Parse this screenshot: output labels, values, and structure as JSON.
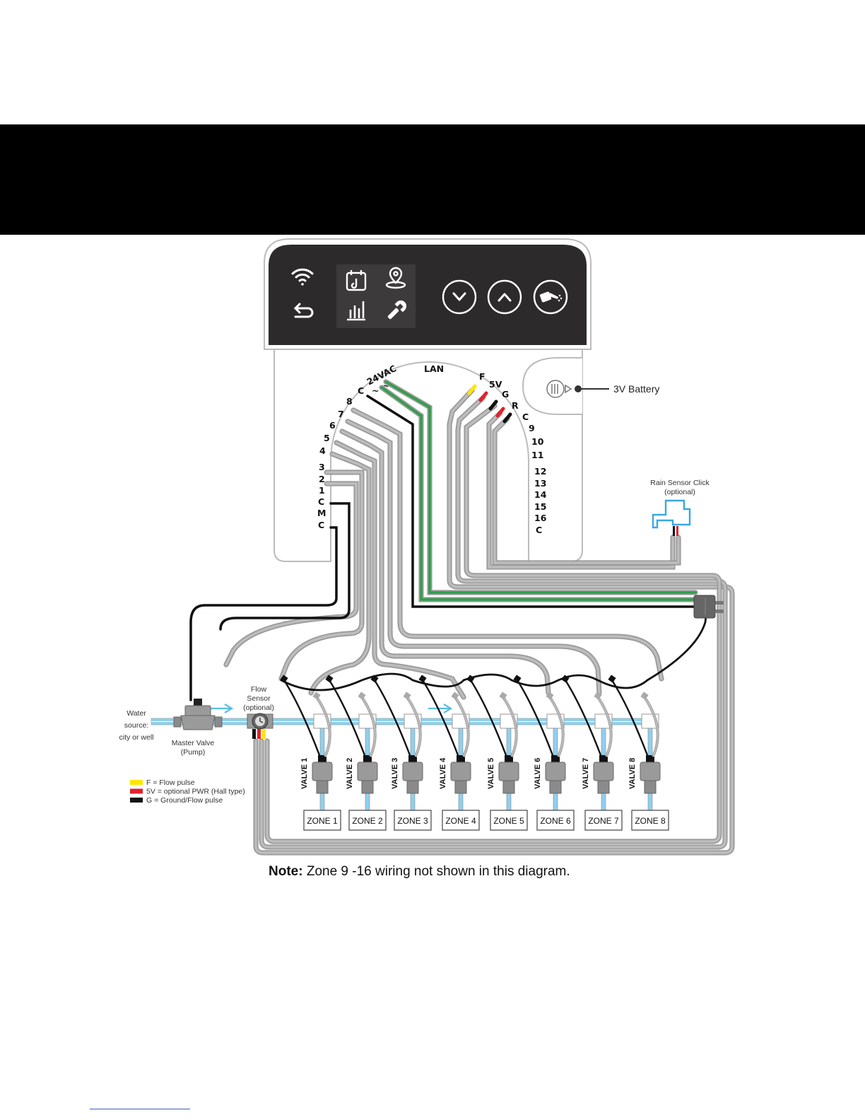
{
  "controller": {
    "terminal_group_power": "24VAC",
    "terminal_tilde_1": "~",
    "terminal_tilde_2": "~",
    "terminal_lan": "LAN",
    "left_terminals": [
      "C",
      "8",
      "7",
      "6",
      "5",
      "4",
      "3",
      "2",
      "1",
      "C",
      "M",
      "C"
    ],
    "right_terminals": [
      "F",
      "5V",
      "G",
      "R",
      "C",
      "9",
      "10",
      "11",
      "12",
      "13",
      "14",
      "15",
      "16",
      "C"
    ],
    "battery_label": "3V Battery",
    "icons": [
      "wifi-icon",
      "back-icon",
      "calendar-icon",
      "location-icon",
      "chart-icon",
      "wrench-icon",
      "chevron-down-icon",
      "chevron-up-icon",
      "watering-can-icon"
    ]
  },
  "rain_sensor": {
    "title": "Rain Sensor Click",
    "subtitle": "(optional)"
  },
  "water_source": {
    "line1": "Water",
    "line2": "source:",
    "line3": "city or well"
  },
  "master_valve": {
    "line1": "Master Valve",
    "line2": "(Pump)"
  },
  "flow_sensor": {
    "line1": "Flow",
    "line2": "Sensor",
    "line3": "(optional)"
  },
  "valves": [
    "VALVE 1",
    "VALVE 2",
    "VALVE 3",
    "VALVE 4",
    "VALVE 5",
    "VALVE 6",
    "VALVE 7",
    "VALVE 8"
  ],
  "zones": [
    "ZONE 1",
    "ZONE 2",
    "ZONE 3",
    "ZONE 4",
    "ZONE 5",
    "ZONE 6",
    "ZONE 7",
    "ZONE 8"
  ],
  "legend": [
    {
      "color": "#ffe600",
      "text": "F = Flow pulse"
    },
    {
      "color": "#e3202a",
      "text": "5V = optional PWR (Hall type)"
    },
    {
      "color": "#111111",
      "text": "G = Ground/Flow pulse"
    }
  ],
  "note": {
    "bold": "Note:",
    "text": " Zone 9 -16 wiring not shown in this diagram."
  },
  "colors": {
    "wire_grey": "#bdbdbd",
    "wire_black": "#111111",
    "wire_green": "#2e9e4a",
    "pipe_blue": "#8fd0ef",
    "panel_dark": "#2d2a2b"
  }
}
